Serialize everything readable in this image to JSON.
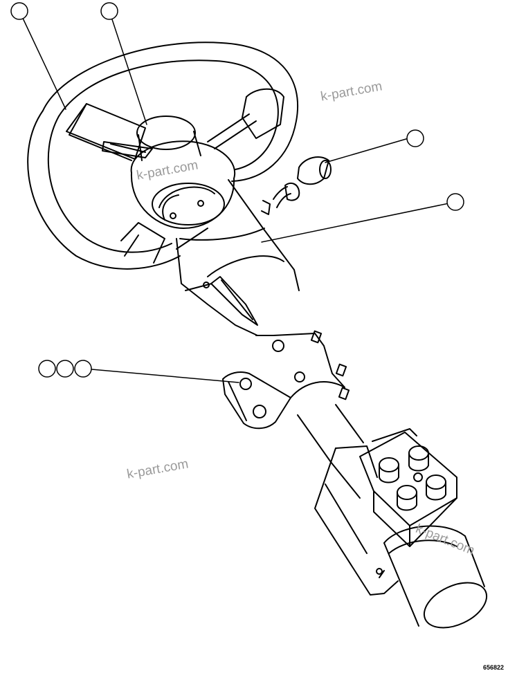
{
  "watermarks": [
    "k-part.com",
    "k-part.com",
    "k-part.com",
    "k-part.com"
  ],
  "drawing_code": "656822",
  "callouts": [
    {
      "id": "steering-wheel",
      "count": 1
    },
    {
      "id": "horn-cover",
      "count": 1
    },
    {
      "id": "lever-knob",
      "count": 1
    },
    {
      "id": "column-cover",
      "count": 1
    },
    {
      "id": "mounting-bolts",
      "count": 3
    }
  ]
}
